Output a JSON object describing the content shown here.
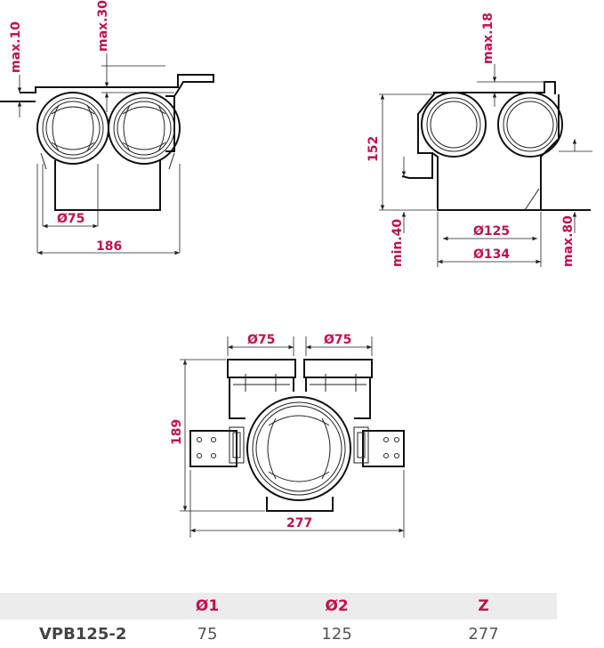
{
  "views": {
    "front": {
      "labels": {
        "max10": "max.10",
        "max30": "max.30",
        "dia75": "Ø75",
        "width186": "186"
      }
    },
    "side": {
      "labels": {
        "max18": "max.18",
        "h152": "152",
        "min40": "min.40",
        "max80": "max.80",
        "dia125": "Ø125",
        "dia134": "Ø134"
      }
    },
    "top": {
      "labels": {
        "dia75a": "Ø75",
        "dia75b": "Ø75",
        "h189": "189",
        "width277": "277"
      }
    }
  },
  "spec_table": {
    "headers": [
      "",
      "Ø1",
      "Ø2",
      "Z"
    ],
    "rows": [
      {
        "model": "VPB125-2",
        "d1": "75",
        "d2": "125",
        "z": "277"
      }
    ]
  }
}
